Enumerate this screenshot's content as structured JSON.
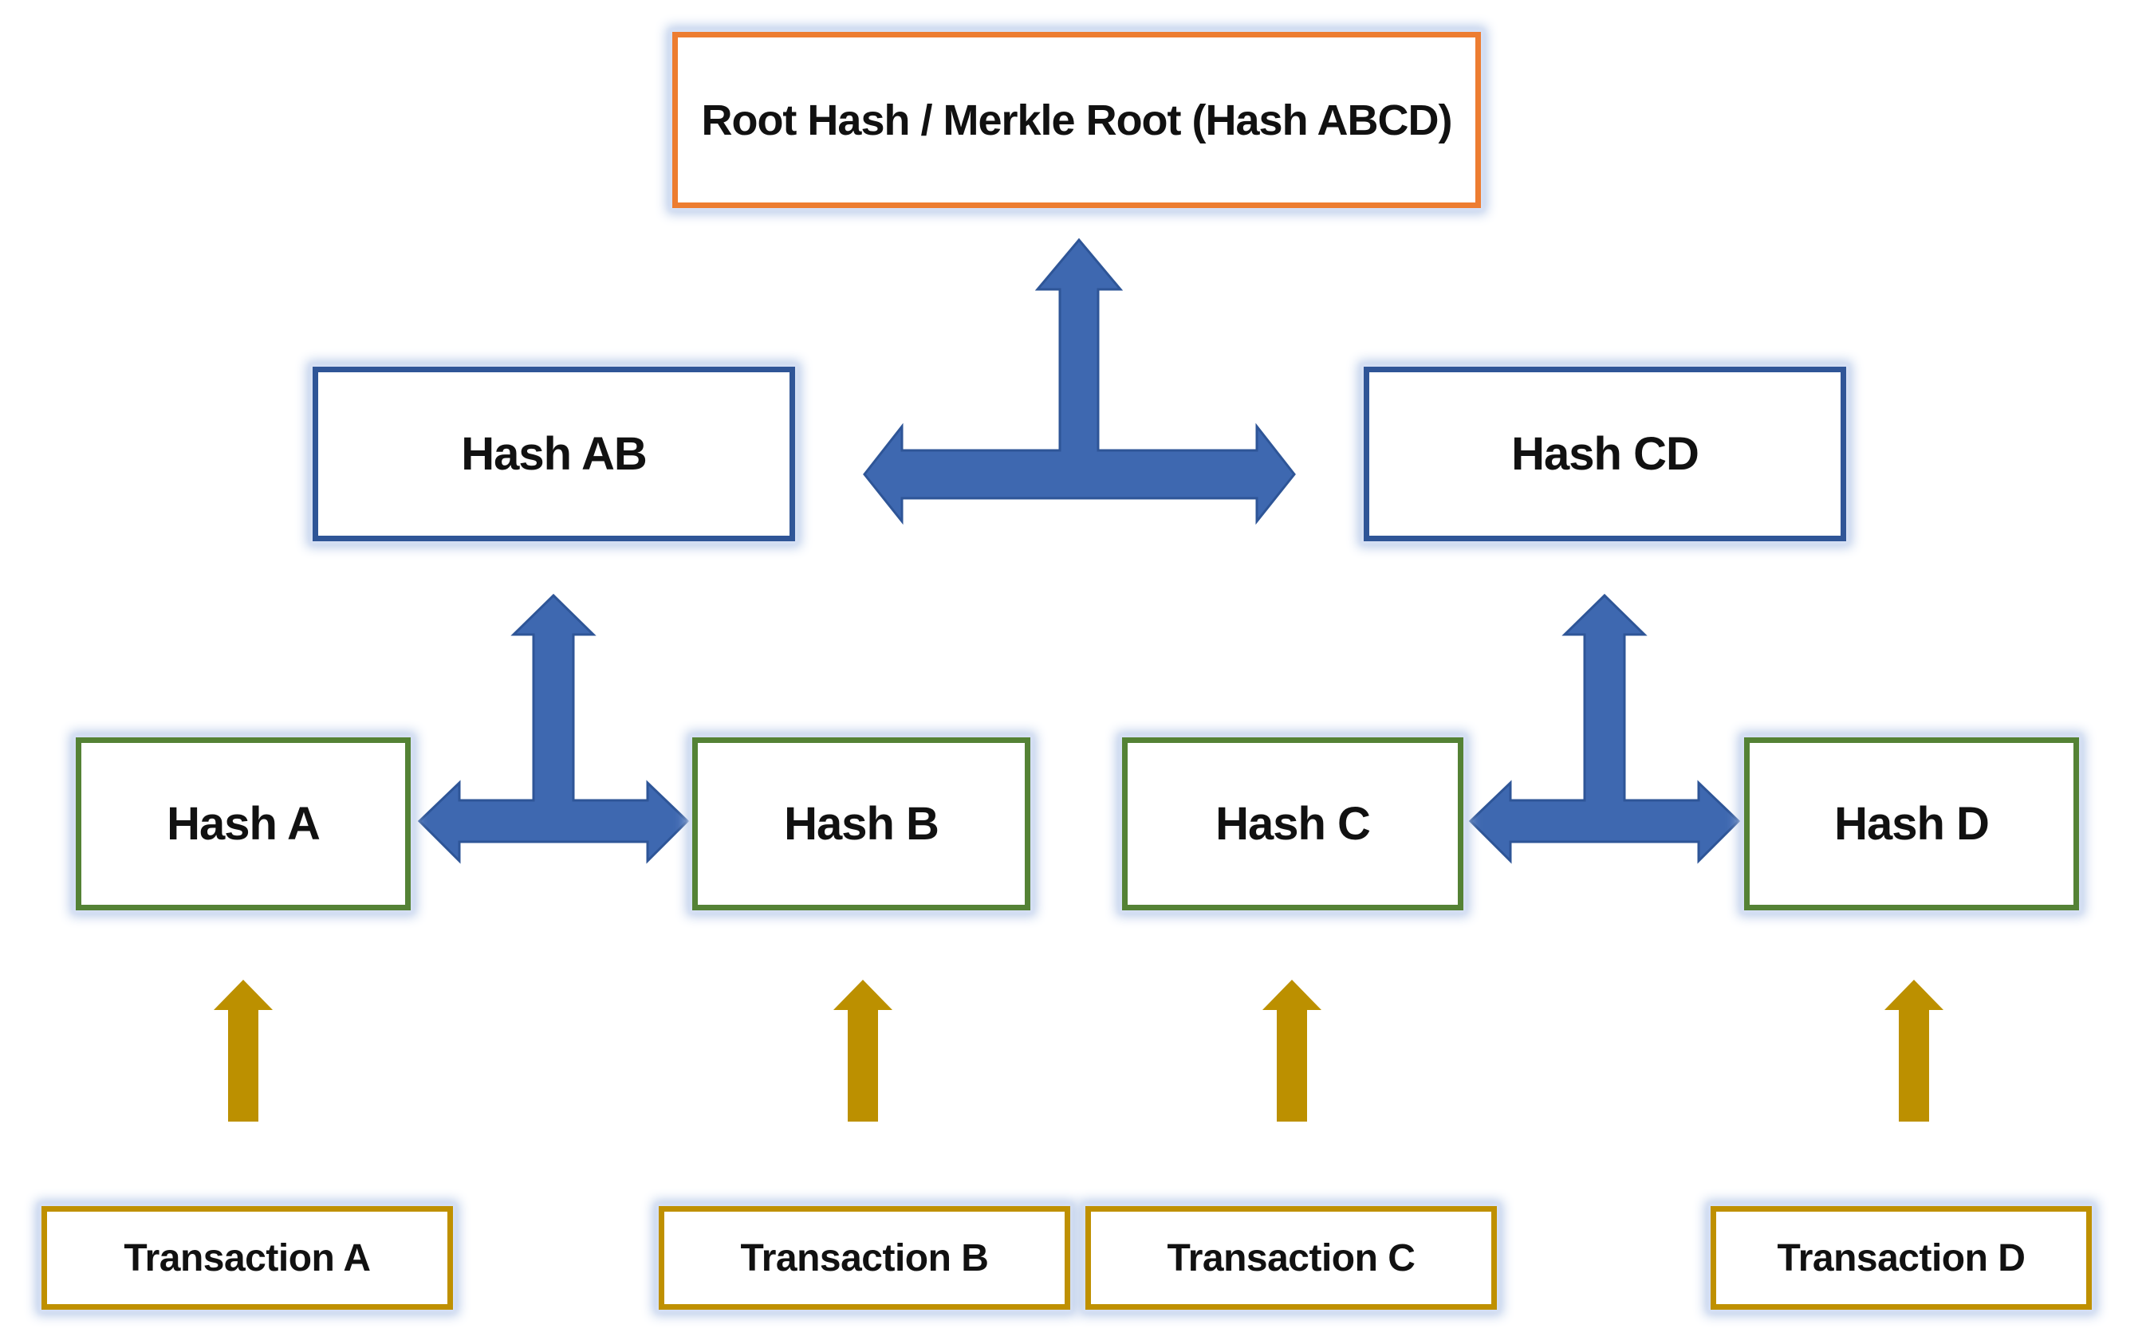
{
  "diagram_title": "Merkle tree",
  "colors": {
    "background": "#FFFFFF",
    "text": "#111111",
    "root_border": "#ED7D31",
    "pair_border": "#2F5597",
    "leaf_border": "#548235",
    "tx_border": "#BF9000",
    "arrow_blue": "#3E68B0",
    "arrow_blue_outline": "#2E5597",
    "arrow_gold": "#BC9000",
    "glow": "#B4C7E7"
  },
  "nodes": {
    "root": {
      "label": "Root Hash / Merkle Root (Hash ABCD)"
    },
    "hash_ab": {
      "label": "Hash AB"
    },
    "hash_cd": {
      "label": "Hash CD"
    },
    "hash_a": {
      "label": "Hash A"
    },
    "hash_b": {
      "label": "Hash B"
    },
    "hash_c": {
      "label": "Hash C"
    },
    "hash_d": {
      "label": "Hash D"
    },
    "tx_a": {
      "label": "Transaction A"
    },
    "tx_b": {
      "label": "Transaction B"
    },
    "tx_c": {
      "label": "Transaction C"
    },
    "tx_d": {
      "label": "Transaction D"
    }
  },
  "connections": [
    {
      "type": "blue-t-arrow",
      "from": [
        "Hash AB",
        "Hash CD"
      ],
      "to": "Root Hash / Merkle Root (Hash ABCD)"
    },
    {
      "type": "blue-t-arrow",
      "from": [
        "Hash A",
        "Hash B"
      ],
      "to": "Hash AB"
    },
    {
      "type": "blue-t-arrow",
      "from": [
        "Hash C",
        "Hash D"
      ],
      "to": "Hash CD"
    },
    {
      "type": "gold-up-arrow",
      "from": "Transaction A",
      "to": "Hash A"
    },
    {
      "type": "gold-up-arrow",
      "from": "Transaction B",
      "to": "Hash B"
    },
    {
      "type": "gold-up-arrow",
      "from": "Transaction C",
      "to": "Hash C"
    },
    {
      "type": "gold-up-arrow",
      "from": "Transaction D",
      "to": "Hash D"
    }
  ]
}
